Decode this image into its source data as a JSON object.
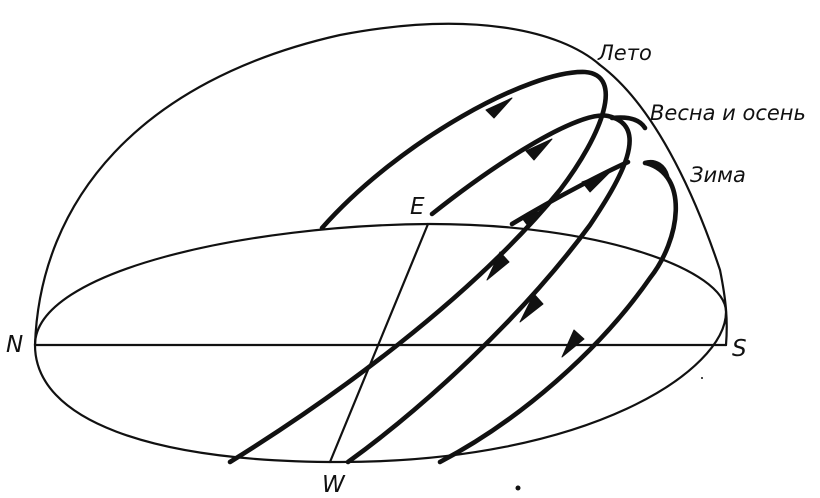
{
  "labels": {
    "north": "N",
    "south": "S",
    "east": "E",
    "west": "W",
    "summer": "Лето",
    "spring_autumn": "Весна и осень",
    "winter": "Зима"
  },
  "colors": {
    "ink": "#111111",
    "background": "#ffffff"
  }
}
